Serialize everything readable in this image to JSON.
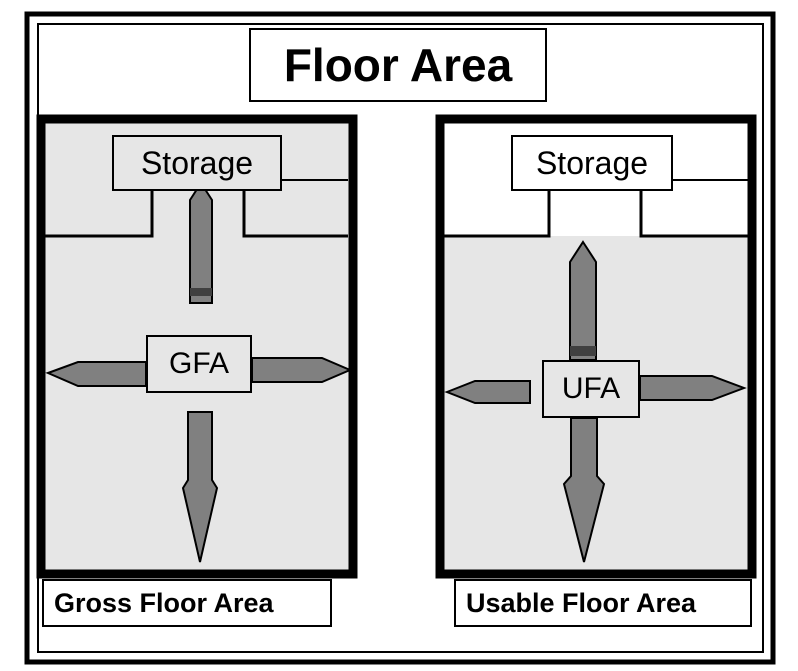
{
  "title": "Floor Area",
  "colors": {
    "border": "#000000",
    "area_fill": "#e6e6e6",
    "arrow_fill": "#808080",
    "background": "#ffffff"
  },
  "panels": [
    {
      "storage_label": "Storage",
      "center_label": "GFA",
      "caption": "Gross Floor Area",
      "storage_included": true
    },
    {
      "storage_label": "Storage",
      "center_label": "UFA",
      "caption": "Usable Floor Area",
      "storage_included": false
    }
  ]
}
